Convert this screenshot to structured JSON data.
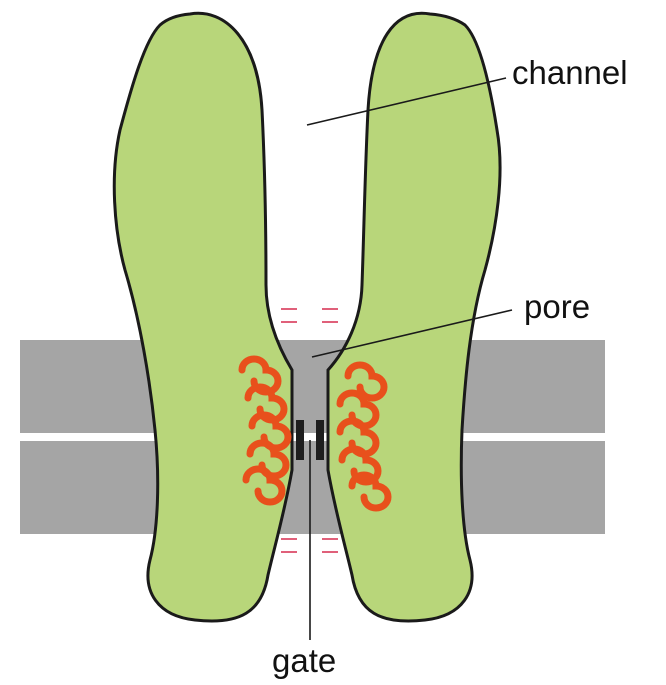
{
  "labels": {
    "channel": "channel",
    "pore": "pore",
    "gate": "gate"
  },
  "colors": {
    "protein": "#b8d67a",
    "protein_outline": "#1a1a1a",
    "membrane": "#a5a5a5",
    "helix": "#e8501c",
    "charge": "#e0607a",
    "gate": "#1e1e1e"
  }
}
